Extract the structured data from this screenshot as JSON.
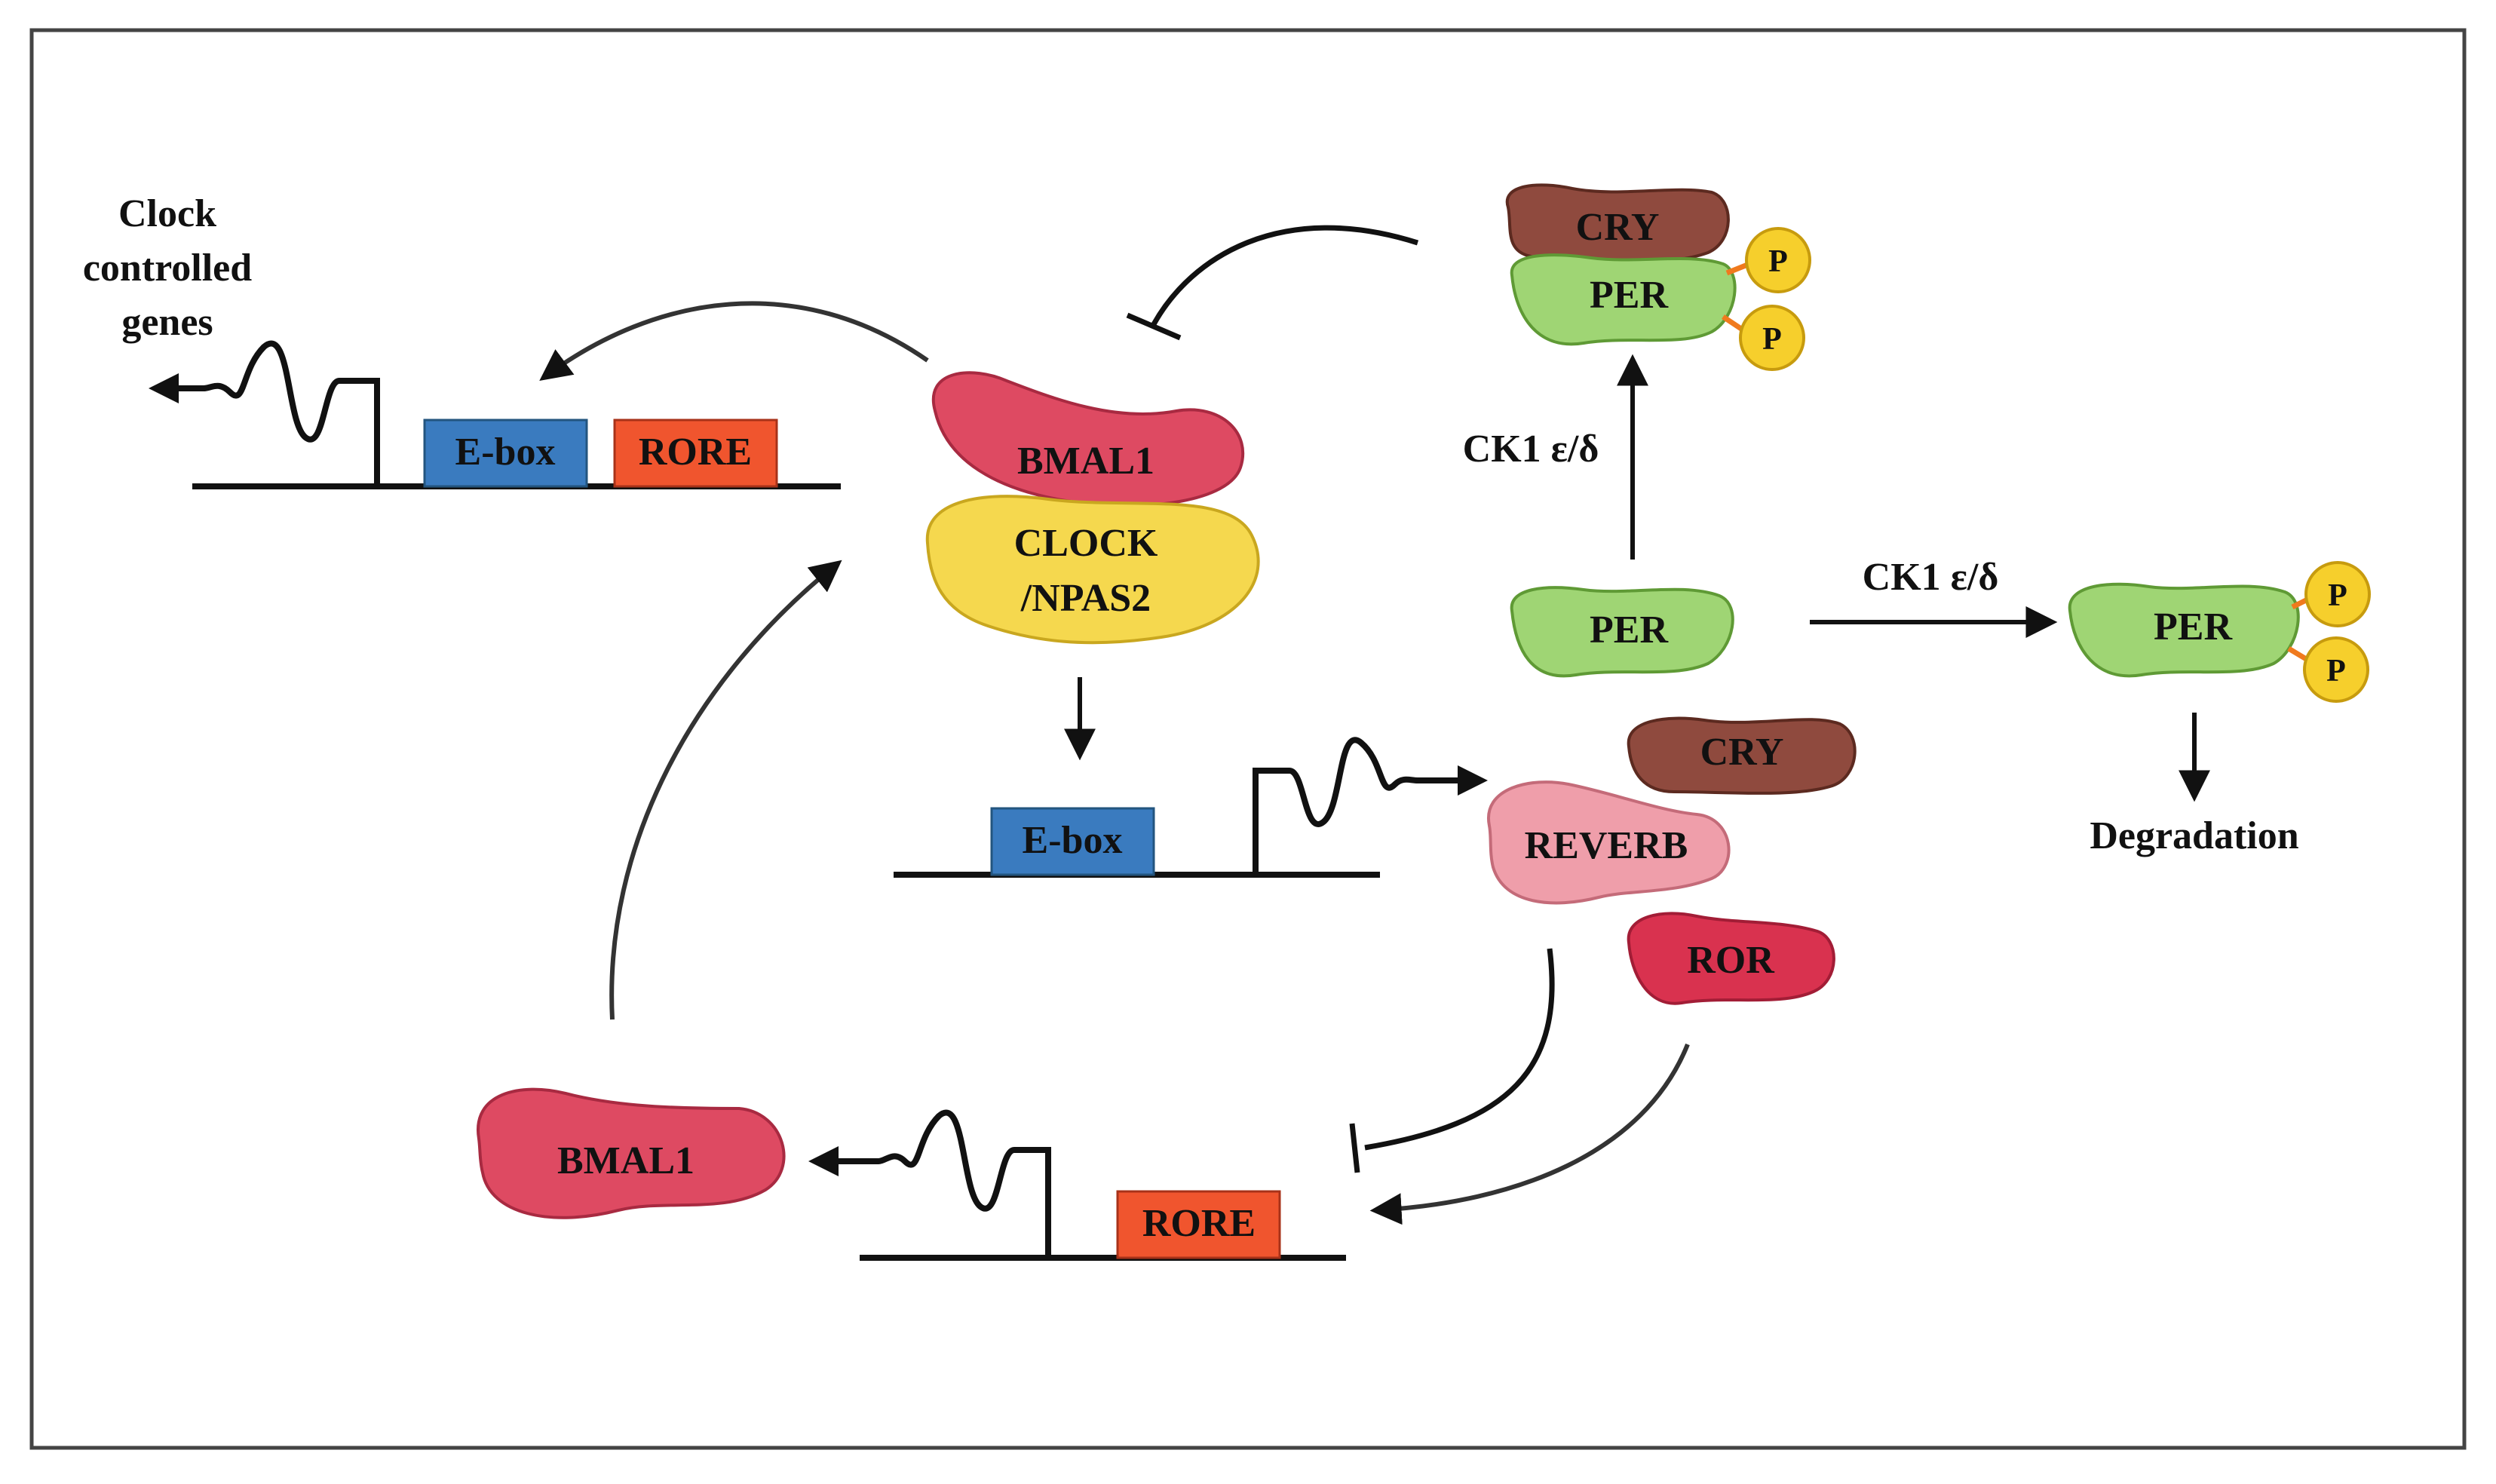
{
  "labels": {
    "clock_controlled": [
      "Clock",
      "controlled",
      "genes"
    ],
    "ebox": "E-box",
    "rore": "RORE",
    "bmal1": "BMAL1",
    "clock_npas2": [
      "CLOCK",
      "/NPAS2"
    ],
    "cry": "CRY",
    "per": "PER",
    "p": "P",
    "ck1": "CK1 ε/δ",
    "reverb": "REVERB",
    "ror": "ROR",
    "degradation": "Degradation"
  },
  "colors": {
    "ebox": "#3a7bbf",
    "rore": "#f0552e",
    "bmal1": "#de4a62",
    "clock": "#f5d84e",
    "cry": "#8f4a3e",
    "per": "#9fd574",
    "phosphate": "#f6cf2c",
    "phosphate_link": "#f07a1e",
    "reverb": "#ef9eaa",
    "ror": "#d9324f",
    "frame": "#444444"
  }
}
